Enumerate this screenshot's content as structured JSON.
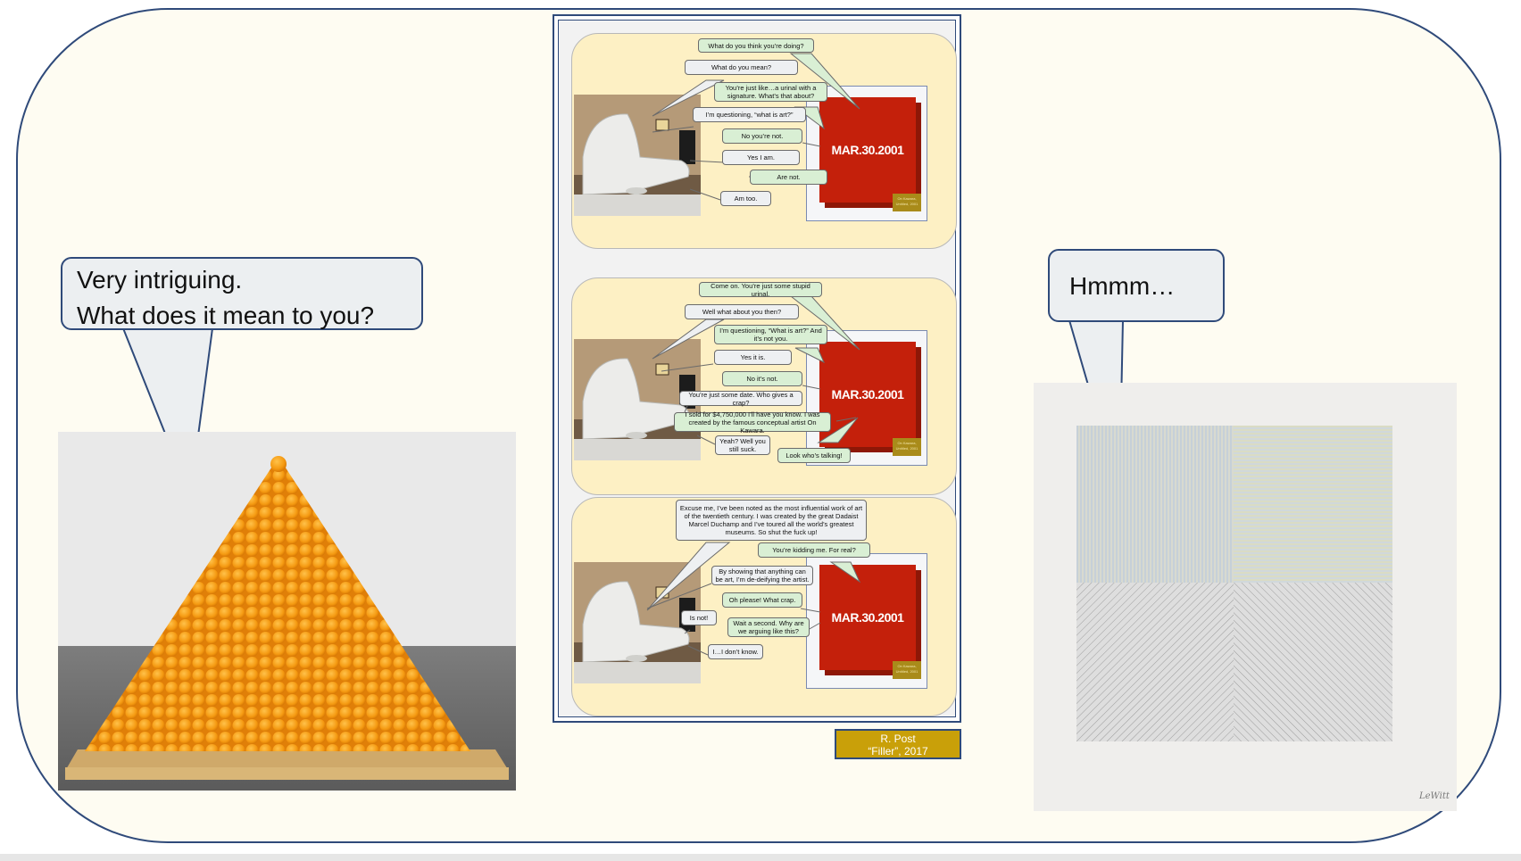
{
  "slide": {
    "left_bubble": {
      "line1": "Very intriguing.",
      "line2": "What does it mean to you?"
    },
    "right_bubble": {
      "text": "Hmmm…"
    },
    "credit": {
      "line1": "R. Post",
      "line2": "“Filler”, 2017"
    }
  },
  "comic": {
    "date_label": "MAR.30.2001",
    "plaque_tag": "On Kawara, Untitled, 2001",
    "panel1": {
      "lines": [
        "What do you think you’re doing?",
        "What do you mean?",
        "You’re just like…a urinal with a signature.  What’s that about?",
        "I’m questioning, “what is art?”",
        "No you’re not.",
        "Yes I am.",
        "Are not.",
        "Am too."
      ]
    },
    "panel2": {
      "lines": [
        "Come on.  You’re just some stupid urinal.",
        "Well what about you then?",
        "I’m questioning, “What is art?”  And it’s not you.",
        "Yes it is.",
        "No it’s not.",
        "You’re just some date.  Who gives a crap?",
        "I sold for $4,750,000 I’ll have you know.  I was created by the famous conceptual artist On Kawara.",
        "Yeah?  Well you still suck.",
        "Look who’s talking!"
      ]
    },
    "panel3": {
      "lines": [
        "Excuse me, I’ve been noted as the most influential work of art of the twentieth century.  I was created by the great Dadaist Marcel Duchamp and I’ve toured all the world’s greatest museums.  So shut the fuck up!",
        "You’re kidding me.  For real?",
        "By showing that anything can be art, I’m de-deifying the artist.",
        "Oh please!  What crap.",
        "Is not!",
        "Wait a second.  Why are we arguing like this?",
        "I…I don’t know."
      ]
    }
  },
  "lewitt": {
    "signature": "LeWitt"
  },
  "colors": {
    "frame_border": "#2f4a7a",
    "background": "#fefcf2",
    "panel_bg": "#fdf0c4",
    "green_bubble": "#d9efd4",
    "red_box": "#c4200b",
    "credit_bg": "#c9a009"
  }
}
